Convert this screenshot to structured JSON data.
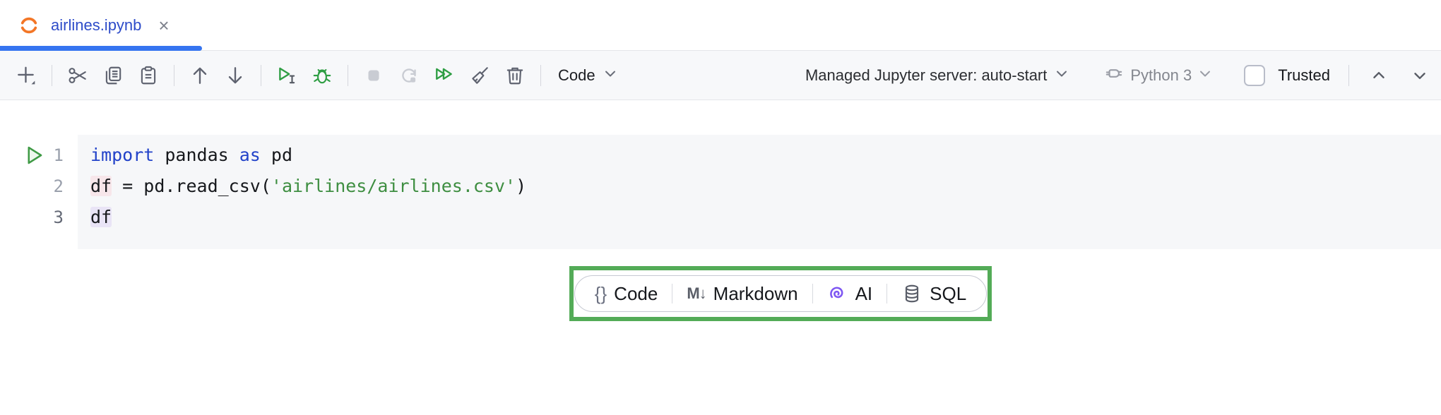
{
  "tab": {
    "title": "airlines.ipynb",
    "close_glyph": "×"
  },
  "toolbar": {
    "cell_type_label": "Code",
    "server_label": "Managed Jupyter server: auto-start",
    "kernel_label": "Python 3",
    "trusted_label": "Trusted"
  },
  "editor": {
    "lines": [
      {
        "number": "1",
        "current": false,
        "tokens": [
          {
            "t": "import",
            "c": "kw"
          },
          {
            "t": " pandas ",
            "c": "pl"
          },
          {
            "t": "as",
            "c": "kw"
          },
          {
            "t": " pd",
            "c": "pl"
          }
        ]
      },
      {
        "number": "2",
        "current": false,
        "tokens": [
          {
            "t": "df",
            "c": "hl-pink"
          },
          {
            "t": " = pd.read_csv(",
            "c": "pl"
          },
          {
            "t": "'airlines/airlines.csv'",
            "c": "str"
          },
          {
            "t": ")",
            "c": "pl"
          }
        ]
      },
      {
        "number": "3",
        "current": true,
        "tokens": [
          {
            "t": "df",
            "c": "hl-purple"
          }
        ]
      }
    ]
  },
  "popup": {
    "items": [
      {
        "label": "Code",
        "glyph": "{}"
      },
      {
        "label": "Markdown",
        "glyph": "M↓"
      },
      {
        "label": "AI",
        "glyph": ""
      },
      {
        "label": "SQL",
        "glyph": ""
      }
    ]
  },
  "colors": {
    "accent_blue": "#3574f0",
    "tab_text_blue": "#2e4cc9",
    "run_green": "#2f9e44",
    "annotation_green": "#53ab57",
    "ai_purple": "#7e57f2",
    "cell_bar_blue": "#88abde",
    "keyword_blue": "#2343c9",
    "string_green": "#3e8e41"
  }
}
